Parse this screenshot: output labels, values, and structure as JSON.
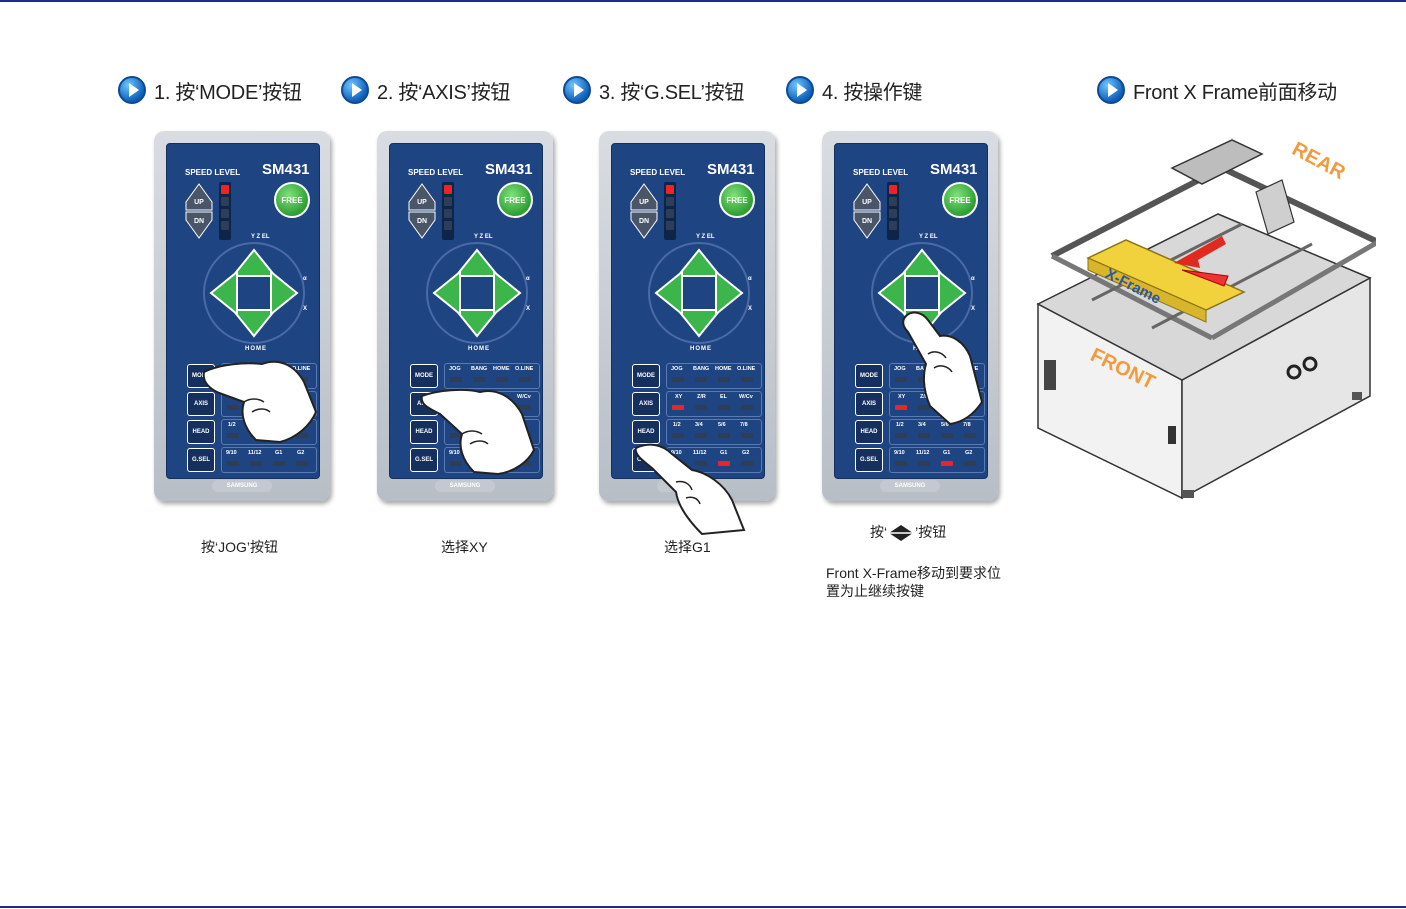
{
  "steps": [
    {
      "text": "1. 按‘MODE’按钮"
    },
    {
      "text": "2. 按‘AXIS’按钮"
    },
    {
      "text": "3. 按‘G.SEL’按钮"
    },
    {
      "text": "4. 按操作键"
    },
    {
      "text": "Front X Frame前面移动"
    }
  ],
  "pendant": {
    "speed_level": "SPEED LEVEL",
    "model": "SM431",
    "free": "FREE",
    "up": "UP",
    "dn": "DN",
    "axis_top": "Y  Z  EL",
    "axis_right_top": "α",
    "axis_right_bottom": "X",
    "home": "HOME",
    "buttons": [
      "MODE",
      "AXIS",
      "HEAD",
      "G.SEL"
    ],
    "row1": [
      "JOG",
      "BANG",
      "HOME",
      "O.LINE"
    ],
    "row2": [
      "XY",
      "Z/R",
      "EL",
      "W/Cv"
    ],
    "row3": [
      "1/2",
      "3/4",
      "5/6",
      "7/8"
    ],
    "row4": [
      "9/10",
      "11/12",
      "G1",
      "G2"
    ],
    "brand": "SAMSUNG"
  },
  "captions": {
    "c1": "按‘JOG’按钮",
    "c2": "选择XY",
    "c3": "选择G1",
    "c4_before": "按‘",
    "c4_after": "’按钮",
    "c4_note": "Front X-Frame移动到要求位置为止继续按键"
  },
  "machine": {
    "rear": "REAR",
    "front": "FRONT",
    "xframe": "X-Frame"
  },
  "colors": {
    "rule": "#1f2a8a",
    "pendant_panel": "#1e4482",
    "free_button": "#2e9f32",
    "dpad_arrow": "#3cb54a",
    "led_on": "#e8262a",
    "label_orange": "#f19a3e",
    "xframe_yellow": "#f2d23c"
  }
}
